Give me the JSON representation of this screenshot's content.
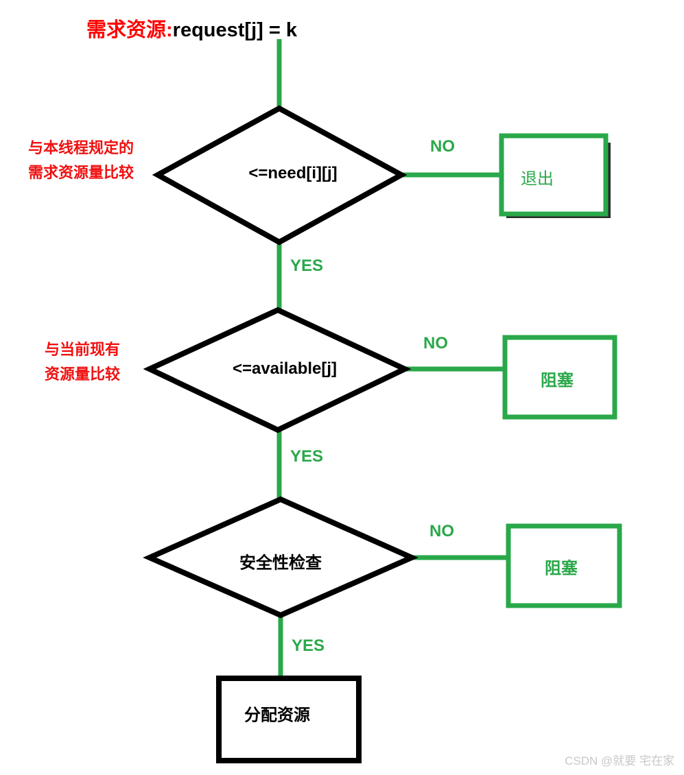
{
  "meta": {
    "colors": {
      "flow_green": "#2aa84a",
      "annotation_red": "#f01010",
      "shape_black": "#000000",
      "background": "#ffffff",
      "watermark_gray": "#c8c8c8"
    }
  },
  "title": {
    "chinese": "需求资源:",
    "code": "request[j] = k"
  },
  "annotations": [
    {
      "line1": "与本线程规定的",
      "line2": "需求资源量比较"
    },
    {
      "line1": "与当前现有",
      "line2": "资源量比较"
    }
  ],
  "decisions": [
    {
      "text": "<=need[i][j]",
      "yes_label": "YES",
      "no_label": "NO"
    },
    {
      "text": "<=available[j]",
      "yes_label": "YES",
      "no_label": "NO"
    },
    {
      "text": "安全性检查",
      "yes_label": "YES",
      "no_label": "NO"
    }
  ],
  "terminals": [
    {
      "text": "退出"
    },
    {
      "text": "阻塞"
    },
    {
      "text": "阻塞"
    }
  ],
  "result": {
    "text": "分配资源"
  },
  "watermark": {
    "text": "CSDN @就要 宅在家"
  }
}
